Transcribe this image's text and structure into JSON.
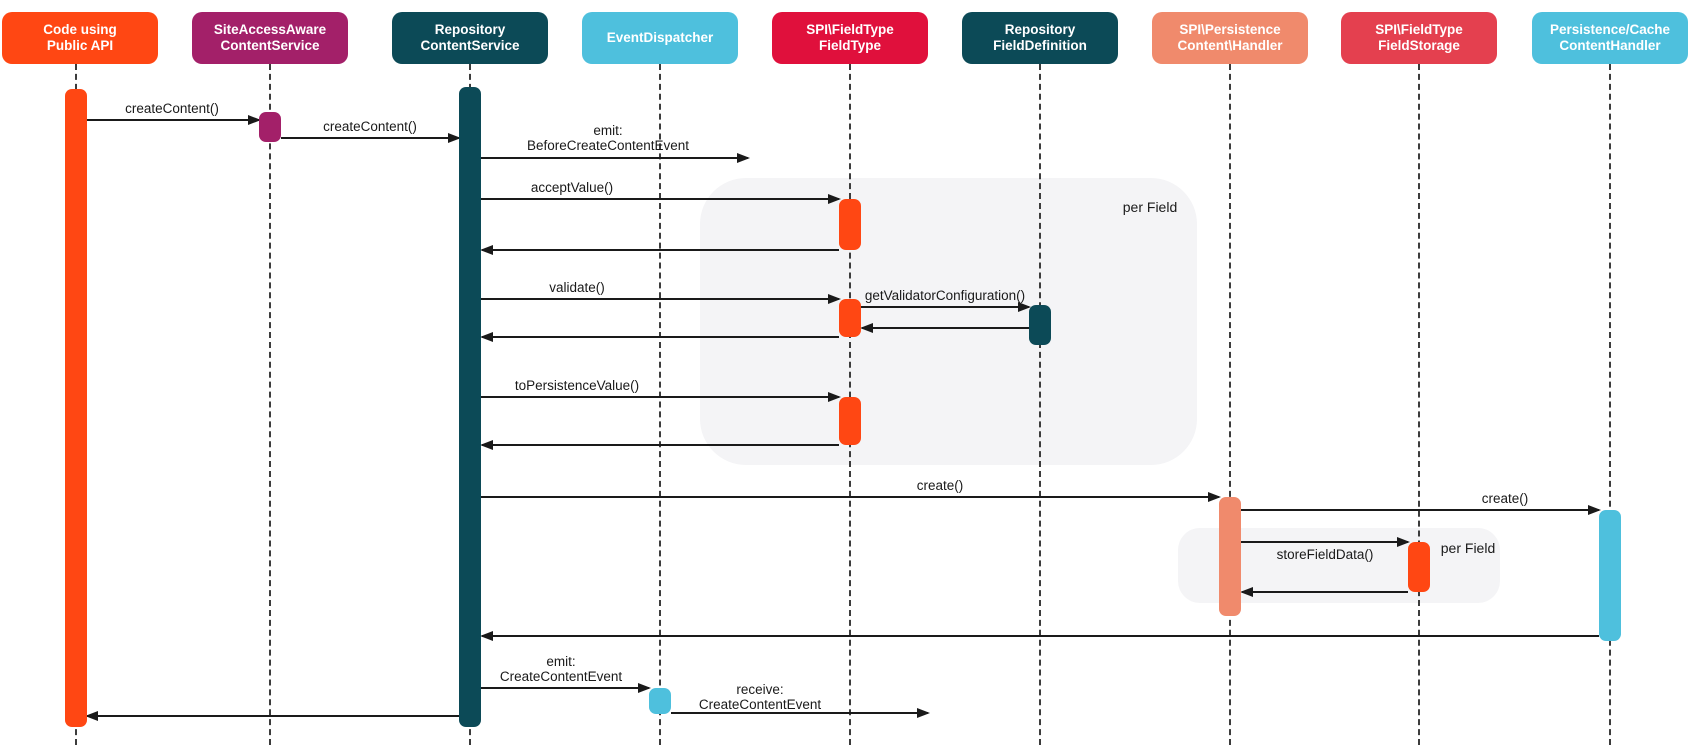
{
  "colors": {
    "orange": "#FF4713",
    "magenta": "#A32069",
    "teal": "#0C4A57",
    "light_blue": "#4EC0DD",
    "crimson": "#E0103C",
    "red": "#E4404F",
    "salmon": "#F08A6C",
    "note_bg": "#F4F4F6",
    "line": "#1A1A1A"
  },
  "actors": [
    {
      "line1": "Code using",
      "line2": "Public API"
    },
    {
      "line1": "SiteAccessAware",
      "line2": "ContentService"
    },
    {
      "line1": "Repository",
      "line2": "ContentService"
    },
    {
      "line1": "EventDispatcher",
      "line2": ""
    },
    {
      "line1": "SPI\\FieldType",
      "line2": "FieldType"
    },
    {
      "line1": "Repository",
      "line2": "FieldDefinition"
    },
    {
      "line1": "SPI\\Persistence",
      "line2": "Content\\Handler"
    },
    {
      "line1": "SPI\\FieldType",
      "line2": "FieldStorage"
    },
    {
      "line1": "Persistence/Cache",
      "line2": "ContentHandler"
    }
  ],
  "messages": {
    "create_content_1": "createContent()",
    "create_content_2": "createContent()",
    "emit_before_line1": "emit:",
    "emit_before_line2": "BeforeCreateContentEvent",
    "accept_value": "acceptValue()",
    "validate": "validate()",
    "get_validator_configuration": "getValidatorConfiguration()",
    "to_persistence_value": "toPersistenceValue()",
    "create_1": "create()",
    "create_2": "create()",
    "store_field_data": "storeFieldData()",
    "emit_create_line1": "emit:",
    "emit_create_line2": "CreateContentEvent",
    "receive_line1": "receive:",
    "receive_line2": "CreateContentEvent"
  },
  "annotations": {
    "per_field_1": "per Field",
    "per_field_2": "per Field"
  }
}
